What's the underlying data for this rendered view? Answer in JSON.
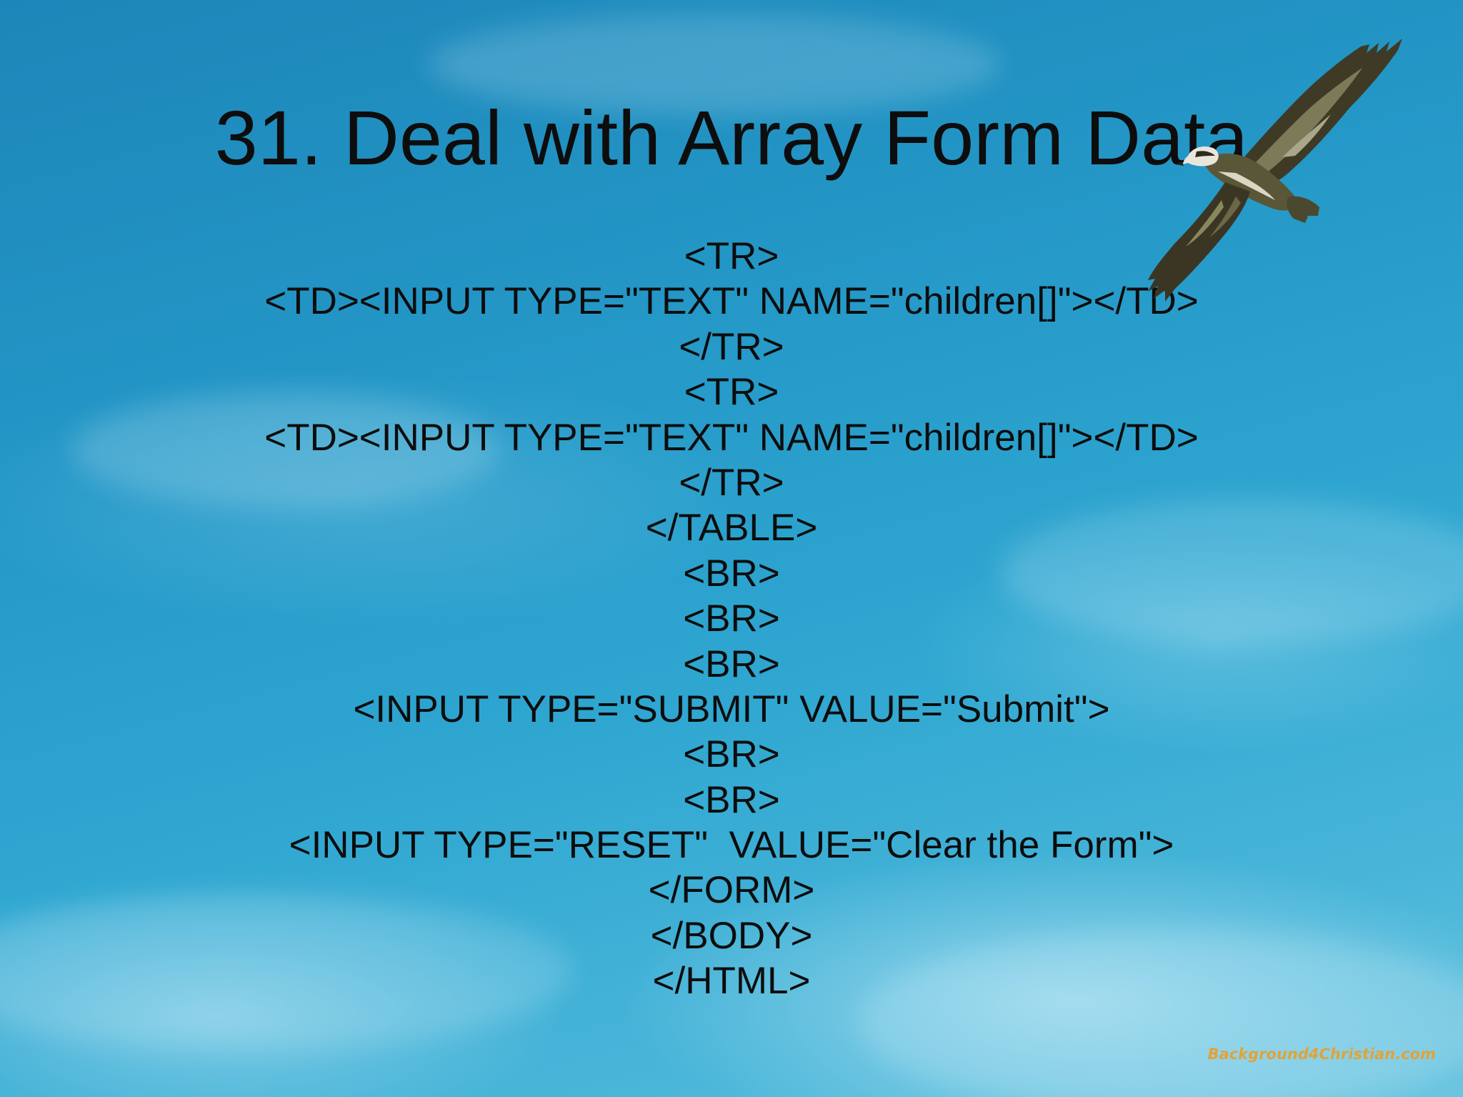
{
  "slide": {
    "title": "31. Deal with Array Form Data",
    "code_lines": [
      "<TR>",
      "<TD><INPUT TYPE=\"TEXT\" NAME=\"children[]\"></TD>",
      "</TR>",
      "<TR>",
      "<TD><INPUT TYPE=\"TEXT\" NAME=\"children[]\"></TD>",
      "</TR>",
      "</TABLE>",
      "<BR>",
      "<BR>",
      "<BR>",
      "<INPUT TYPE=\"SUBMIT\" VALUE=\"Submit\">",
      "<BR>",
      "<BR>",
      "<INPUT TYPE=\"RESET\"  VALUE=\"Clear the Form\">",
      "</FORM>",
      "</BODY>",
      "</HTML>"
    ],
    "watermark": "Background4Christian.com",
    "decor_icon": "osprey-bird-icon"
  },
  "colors": {
    "sky_top": "#1d86b9",
    "sky_bottom": "#6bc5e0",
    "text": "#0d0d0d",
    "watermark": "#e0a33a"
  }
}
